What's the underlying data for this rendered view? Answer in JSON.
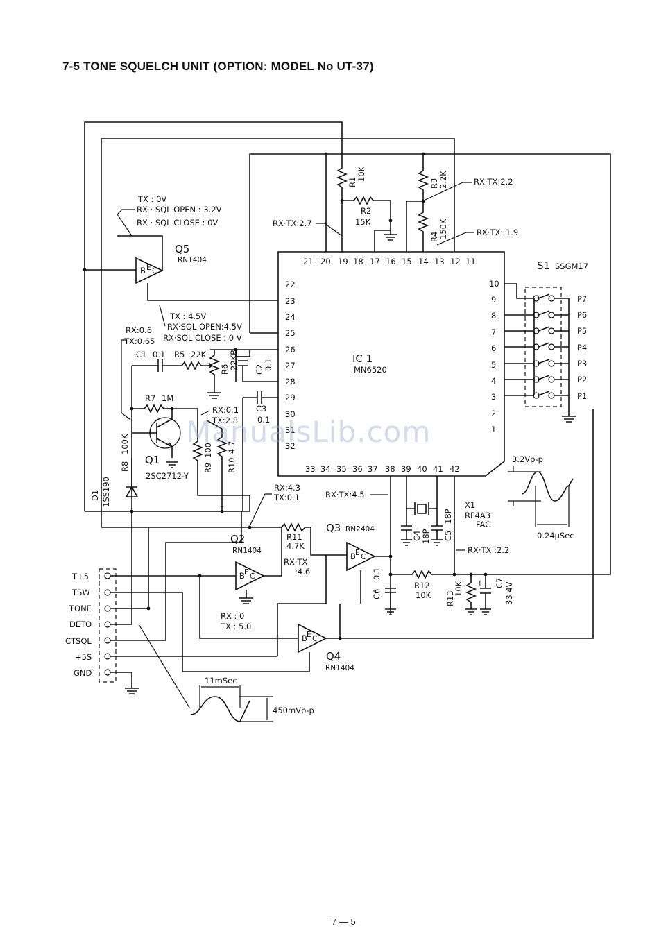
{
  "title": "7-5 TONE SQUELCH UNIT (OPTION: MODEL No UT-37)",
  "page_number": "7 — 5",
  "watermark": "ManualsLib.com",
  "ic1": {
    "ref": "IC 1",
    "part": "MN6520",
    "pins_top": [
      "21",
      "20",
      "19",
      "18",
      "17",
      "16",
      "15",
      "14",
      "13",
      "12",
      "11"
    ],
    "pins_left": [
      "22",
      "23",
      "24",
      "25",
      "26",
      "27",
      "28",
      "29",
      "30",
      "31",
      "32"
    ],
    "pins_right": [
      "10",
      "9",
      "8",
      "7",
      "6",
      "5",
      "4",
      "3",
      "2",
      "1"
    ],
    "pins_bottom": [
      "33",
      "34",
      "35",
      "36",
      "37",
      "38",
      "39",
      "40",
      "41",
      "42"
    ]
  },
  "transistors": {
    "q1": {
      "ref": "Q1",
      "part": "2SC2712-Y"
    },
    "q2": {
      "ref": "Q2",
      "part": "RN1404"
    },
    "q3": {
      "ref": "Q3",
      "part": "RN2404"
    },
    "q4": {
      "ref": "Q4",
      "part": "RN1404"
    },
    "q5": {
      "ref": "Q5",
      "part": "RN1404"
    },
    "bec_b": "B",
    "bec_e": "E",
    "bec_c": "C"
  },
  "resistors": {
    "r1": {
      "ref": "R1",
      "value": "10K"
    },
    "r2": {
      "ref": "R2",
      "value": "15K"
    },
    "r3": {
      "ref": "R3",
      "value": "2.2K"
    },
    "r4": {
      "ref": "R4",
      "value": "150K"
    },
    "r5": {
      "ref": "R5",
      "value": "22K"
    },
    "r6": {
      "ref": "R6",
      "value": "22KB"
    },
    "r7": {
      "ref": "R7",
      "value": "1M"
    },
    "r8": {
      "ref": "R8",
      "value": "100K"
    },
    "r9": {
      "ref": "R9",
      "value": "100"
    },
    "r10": {
      "ref": "R10",
      "value": "4.7"
    },
    "r11": {
      "ref": "R11",
      "value": "4.7K"
    },
    "r12": {
      "ref": "R12",
      "value": "10K"
    },
    "r13": {
      "ref": "R13",
      "value": "10K"
    }
  },
  "capacitors": {
    "c1": {
      "ref": "C1",
      "value": "0.1"
    },
    "c2": {
      "ref": "C2",
      "value": "0.1"
    },
    "c3": {
      "ref": "C3",
      "value": "0.1"
    },
    "c4": {
      "ref": "C4",
      "value": "18P"
    },
    "c5": {
      "ref": "C5",
      "value": "18P"
    },
    "c6": {
      "ref": "C6",
      "value": "0.1"
    },
    "c7": {
      "ref": "C7",
      "value": "33 4V"
    },
    "plus": "+"
  },
  "diode": {
    "ref": "D1",
    "part": "1SS190"
  },
  "crystal": {
    "ref": "X1",
    "part": "RF4A3",
    "suffix": "FAC"
  },
  "switch": {
    "ref": "S1",
    "part": "SSGM17",
    "positions": [
      "P7",
      "P6",
      "P5",
      "P4",
      "P3",
      "P2",
      "P1"
    ]
  },
  "connector": [
    "T+5",
    "TSW",
    "TONE",
    "DETO",
    "CTSQL",
    "+5S",
    "GND"
  ],
  "voltages": {
    "q5_tx": "TX       : 0V",
    "q5_rx_open": "RX · SQL OPEN : 3.2V",
    "q5_rx_close": "RX · SQL CLOSE  : 0V",
    "pin25_tx": "TX     : 4.5V",
    "pin25_rx_open": "RX·SQL OPEN:4.5V",
    "pin25_rx_close": "RX·SQL CLOSE : 0 V",
    "pin19": "RX·TX:2.7",
    "r3_node": "RX·TX:2.2",
    "r4_node": "RX·TX: 1.9",
    "q1_base_rx": "RX:0.6",
    "q1_base_tx": "TX:0.65",
    "q1_emit_rx": "RX:0.1",
    "q1_emit_tx": "TX:2.8",
    "q2_rx": "RX:4.3",
    "q2_tx": "TX:0.1",
    "pin38": "RX·TX:4.5",
    "q3_b1": "RX·TX",
    "q3_b2": ":4.6",
    "c5_node": "RX·TX :2.2",
    "q4_rx": "RX : 0",
    "q4_tx": "TX : 5.0"
  },
  "waveforms": {
    "osc_amp": "3.2Vp-p",
    "osc_period": "0.24μSec",
    "tone_period": "11mSec",
    "tone_amp": "450mVp-p"
  }
}
